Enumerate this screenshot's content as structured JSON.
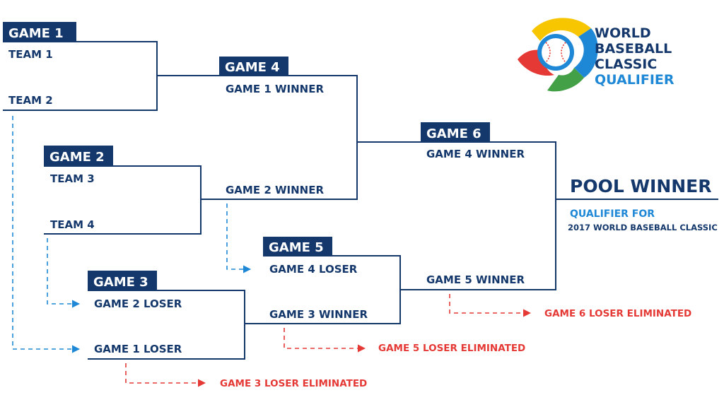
{
  "games": {
    "g1": {
      "title": "GAME 1",
      "top": "TEAM 1",
      "bottom": "TEAM 2"
    },
    "g2": {
      "title": "GAME 2",
      "top": "TEAM 3",
      "bottom": "TEAM 4"
    },
    "g3": {
      "title": "GAME 3",
      "top": "GAME 2 LOSER",
      "bottom": "GAME 1 LOSER"
    },
    "g4": {
      "title": "GAME 4",
      "top": "GAME 1 WINNER",
      "bottom": "GAME 2 WINNER"
    },
    "g5": {
      "title": "GAME 5",
      "top": "GAME 4 LOSER",
      "bottom": "GAME 3 WINNER"
    },
    "g6": {
      "title": "GAME 6",
      "top": "GAME 4 WINNER",
      "bottom": "GAME 5 WINNER"
    }
  },
  "eliminations": {
    "g3": "GAME 3 LOSER ELIMINATED",
    "g5": "GAME 5 LOSER ELIMINATED",
    "g6": "GAME 6 LOSER ELIMINATED"
  },
  "result": {
    "pool_winner": "POOL WINNER",
    "qualifier_line1": "QUALIFIER FOR",
    "qualifier_line2": "2017 WORLD BASEBALL CLASSIC"
  },
  "logo": {
    "line1": "WORLD",
    "line2": "BASEBALL",
    "line3": "CLASSIC",
    "line4": "QUALIFIER"
  },
  "colors": {
    "navy": "#14386b",
    "blue": "#1e88d6",
    "red": "#e53935",
    "logo_yellow": "#f7c600",
    "logo_green": "#43a047"
  }
}
